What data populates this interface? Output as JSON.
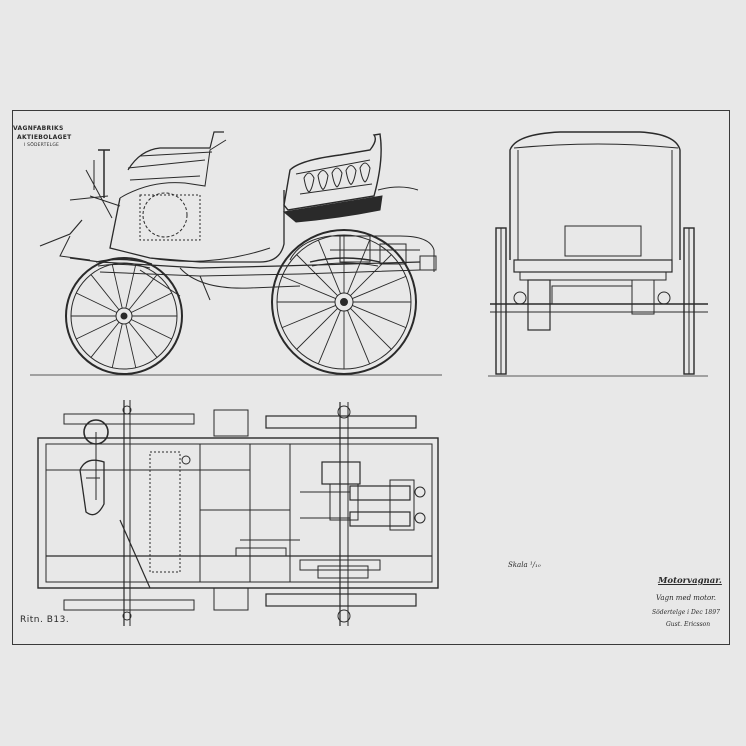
{
  "maker": {
    "line1": "VAGNFABRIKS",
    "line2": "AKTIEBOLAGET",
    "line3": "I SÖDERTELGE"
  },
  "sheet_number": "Ritn. B13.",
  "scale_label": "Skala ¹/₁₀",
  "title_block": {
    "title": "Motorvagnar.",
    "subtitle": "Vagn med motor.",
    "place_date": "Södertelge i Dec 1897",
    "signature": "Gust. Ericsson"
  },
  "colors": {
    "paper": "#e8e8e8",
    "ink": "#2a2a2a",
    "shade": "#8a8a8a"
  },
  "views": [
    "side-elevation",
    "rear-elevation",
    "plan-view"
  ]
}
